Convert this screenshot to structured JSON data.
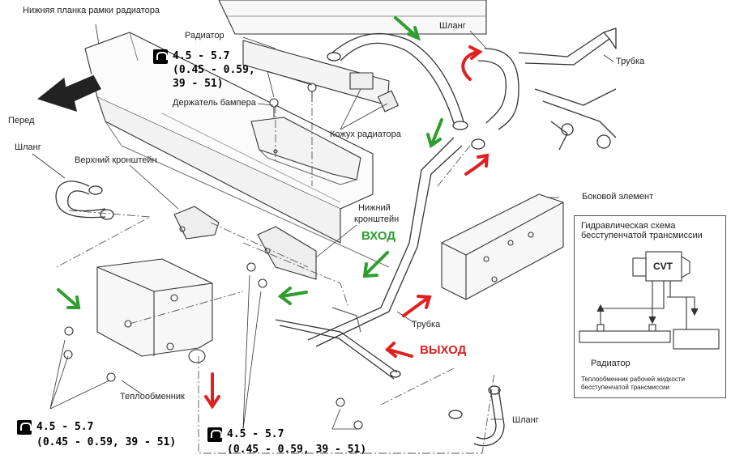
{
  "labels": {
    "lower_rail": "Нижняя планка рамки радиатора",
    "radiator": "Радиатор",
    "hose_top": "Шланг",
    "pipe_top": "Трубка",
    "bumper_holder": "Держатель бампера",
    "radiator_shroud": "Кожух радиатора",
    "front": "Перед",
    "hose_left": "Шланг",
    "upper_bracket": "Верхний кронштейн",
    "side_member": "Боковой элемент",
    "lower_bracket_1": "Нижний",
    "lower_bracket_2": "кронштейн",
    "pipe_mid": "Трубка",
    "heat_exchanger": "Теплообменник",
    "hose_bottom": "Шланг"
  },
  "flow": {
    "inlet": "ВХОД",
    "outlet": "ВЫХОД",
    "inlet_color": "#2f9e2f",
    "outlet_color": "#e02020"
  },
  "torque": {
    "line1": "4.5 - 5.7",
    "line2": "(0.45 - 0.59,",
    "line3": "39 - 51)",
    "line2_full": "(0.45 - 0.59, 39 - 51)"
  },
  "legend": {
    "title": "Гидравлическая схема бесступенчатой трансмиссии",
    "cvt": "CVT",
    "radiator": "Радиатор",
    "exchanger": "Теплообменник рабочей жидкости бесступенчатой трансмиссии"
  },
  "icons": [
    "wrench-icon",
    "front-arrow-icon",
    "green-flow-arrow-icon",
    "red-flow-arrow-icon"
  ]
}
